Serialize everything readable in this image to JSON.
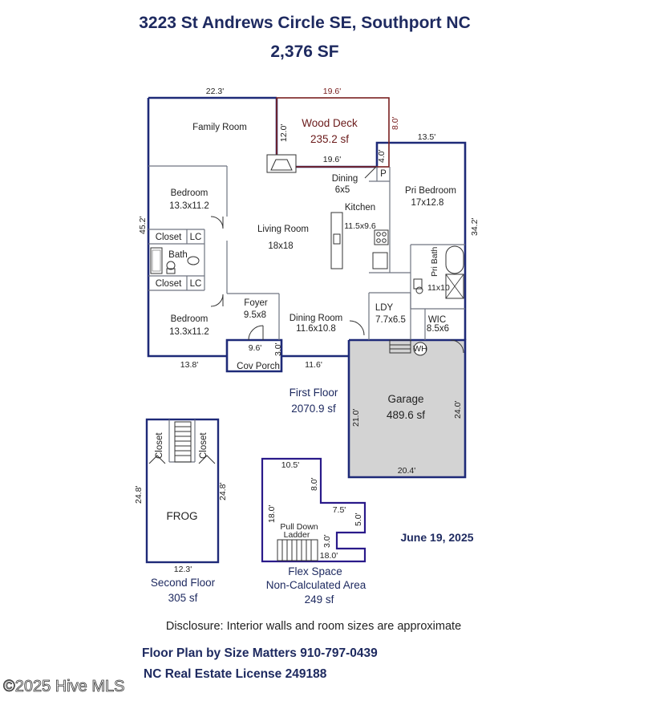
{
  "header": {
    "address": "3223 St Andrews Circle SE, Southport NC",
    "total_sf": "2,376 SF"
  },
  "first_floor": {
    "label": "First Floor",
    "area": "2070.9 sf",
    "rooms": {
      "family_room": "Family Room",
      "wood_deck": "Wood Deck",
      "wood_deck_area": "235.2 sf",
      "dining": "Dining",
      "dining_size": "6x5",
      "pantry": "P",
      "kitchen": "Kitchen",
      "kitchen_size": "11.5x9.6",
      "pri_bedroom": "Pri Bedroom",
      "pri_bedroom_size": "17x12.8",
      "pri_bath": "Pri Bath",
      "pri_bath_size": "11x10",
      "bedroom1": "Bedroom",
      "bedroom1_size": "13.3x11.2",
      "bedroom2": "Bedroom",
      "bedroom2_size": "13.3x11.2",
      "closet1": "Closet",
      "closet2": "Closet",
      "lc1": "LC",
      "lc2": "LC",
      "bath": "Bath",
      "living_room": "Living Room",
      "living_room_size": "18x18",
      "foyer": "Foyer",
      "foyer_size": "9.5x8",
      "dining_room": "Dining Room",
      "dining_room_size": "11.6x10.8",
      "ldy": "LDY",
      "ldy_size": "7.7x6.5",
      "wic": "WIC",
      "wic_size": "8.5x6",
      "cov_porch": "Cov Porch",
      "wh": "WH"
    },
    "dims": {
      "top_left": "22.3'",
      "deck_top": "19.6'",
      "deck_right": "8.0'",
      "deck_left": "12.0'",
      "deck_bottom": "19.6'",
      "deck_step": "4.0'",
      "right_top": "13.5'",
      "left_side": "45.2'",
      "right_side": "34.2'",
      "bottom_left": "13.8'",
      "porch_width": "9.6'",
      "porch_depth": "3.0'",
      "bottom_mid": "11.6'"
    }
  },
  "garage": {
    "label": "Garage",
    "area": "489.6 sf",
    "left_dim": "21.0'",
    "right_dim": "24.0'",
    "bottom_dim": "20.4'"
  },
  "second_floor": {
    "label": "Second Floor",
    "area": "305 sf",
    "room": "FROG",
    "closet_left": "Closet",
    "closet_right": "Closet",
    "left_dim": "24.8'",
    "right_dim": "24.8'",
    "bottom_dim": "12.3'"
  },
  "flex_space": {
    "label": "Flex Space",
    "sublabel": "Non-Calculated Area",
    "area": "249 sf",
    "ladder_line1": "Pull Down",
    "ladder_line2": "Ladder",
    "dims": {
      "top": "10.5'",
      "upper_right": "8.0'",
      "left": "18.0'",
      "step_top": "7.5'",
      "step_right": "5.0'",
      "inner_vertical": "3.0'",
      "bottom": "18.0'"
    }
  },
  "date": "June 19, 2025",
  "disclosure": "Disclosure: Interior walls and room sizes are approximate",
  "credit": {
    "line1": "Floor Plan by Size Matters 910-797-0439",
    "line2": "NC Real Estate License 249188"
  },
  "watermark": "©2025 Hive MLS",
  "colors": {
    "wall": "#1e2a78",
    "heading": "#1e2a60",
    "garage_fill": "#d3d3d3",
    "deck_wall": "#7a2020"
  }
}
